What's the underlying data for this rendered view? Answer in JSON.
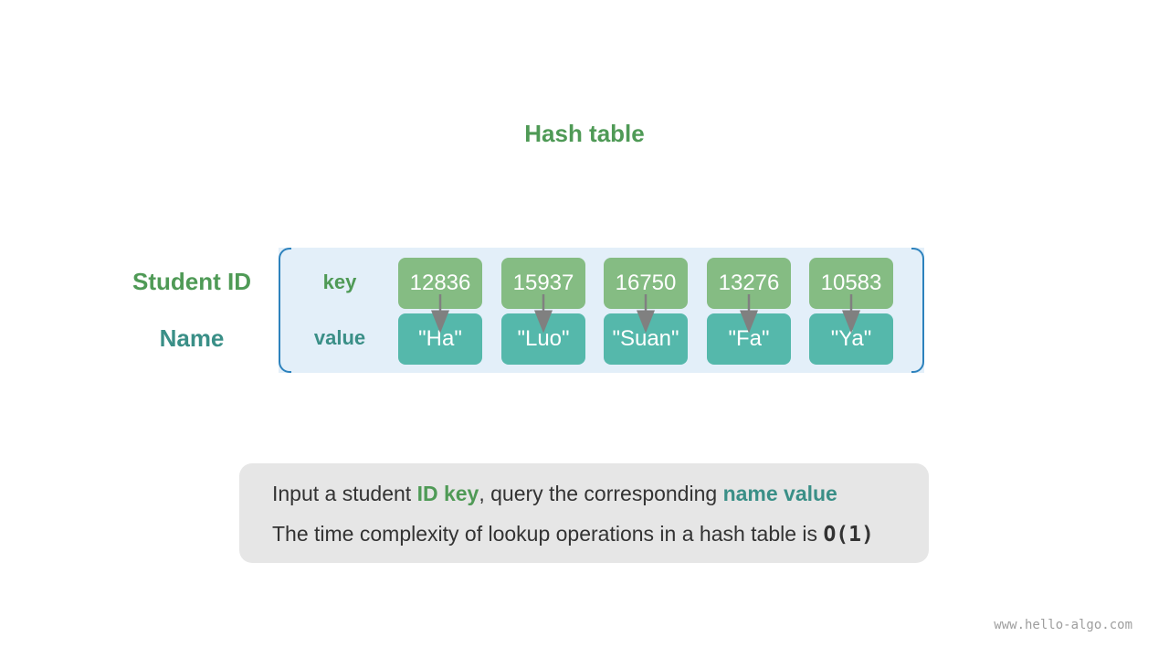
{
  "title": "Hash table",
  "row_labels": {
    "student_id": "Student ID",
    "name": "Name"
  },
  "inner_labels": {
    "key": "key",
    "value": "value"
  },
  "entries": [
    {
      "key": "12836",
      "value": "\"Ha\""
    },
    {
      "key": "15937",
      "value": "\"Luo\""
    },
    {
      "key": "16750",
      "value": "\"Suan\""
    },
    {
      "key": "13276",
      "value": "\"Fa\""
    },
    {
      "key": "10583",
      "value": "\"Ya\""
    }
  ],
  "note": {
    "line1_a": "Input a student ",
    "line1_b": "ID key",
    "line1_c": ", query the corresponding ",
    "line1_d": "name value",
    "line2_a": "The time complexity of lookup operations in a hash table is ",
    "line2_b": "O(1)"
  },
  "watermark": "www.hello-algo.com",
  "colors": {
    "key_green": "#85bc83",
    "value_teal": "#55b8ab",
    "title_green": "#4f9a56",
    "label_teal": "#3a8f87",
    "table_bg": "#e3eff9",
    "bracket_blue": "#2d82bd",
    "arrow_gray": "#808080"
  }
}
